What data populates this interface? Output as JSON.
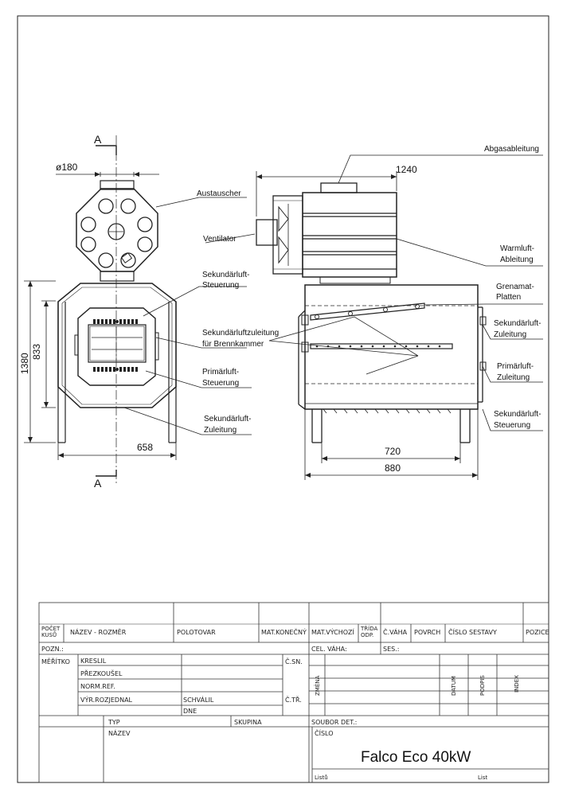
{
  "section_marks": {
    "top": "A",
    "bottom": "A"
  },
  "dimensions": {
    "d180": "ø180",
    "d1380": "1380",
    "d833": "833",
    "d658": "658",
    "d1240": "1240",
    "d720": "720",
    "d880": "880"
  },
  "labels": {
    "austauscher": "Austauscher",
    "sek_steuer_1": "Sekundärluft-",
    "sek_steuer_2": "Steuerung",
    "sek_zuleit_bk_1": "Sekundärluftzuleitung",
    "sek_zuleit_bk_2": "für Brennkammer",
    "prim_steuer_1": "Primärluft-",
    "prim_steuer_2": "Steuerung",
    "sek_zuleit_1": "Sekundärluft-",
    "sek_zuleit_2": "Zuleitung",
    "abgas": "Abgasableitung",
    "ventilator": "Ventilator",
    "warm_1": "Warmluft-",
    "warm_2": "Ableitung",
    "grenamat_1": "Grenamat-",
    "grenamat_2": "Platten",
    "r_sek_zuleit_1": "Sekundärluft-",
    "r_sek_zuleit_2": "Zuleitung",
    "r_prim_zuleit_1": "Primärluft-",
    "r_prim_zuleit_2": "Zuleitung",
    "r_sek_steuer_1": "Sekundärluft-",
    "r_sek_steuer_2": "Steuerung"
  },
  "title_block": {
    "pocet_kusu_1": "POČET",
    "pocet_kusu_2": "KUSŮ",
    "nazev_rozmer": "NÁZEV - ROZMĚR",
    "polotovar": "POLOTOVAR",
    "mat_konecny": "MAT.KONEČNÝ",
    "mat_vychozi": "MAT.VÝCHOZÍ",
    "trida_1": "TŘÍDA",
    "trida_2": "ODP.",
    "c_vaha": "Č.VÁHA",
    "povrch": "POVRCH",
    "cislo_sestavy": "ČÍSLO SESTAVY",
    "pozice": "POZICE",
    "pozn": "POZN.:",
    "cel_vaha": "CEL. VÁHA:",
    "ses": "SES.:",
    "meritko": "MĚŘÍTKO",
    "kreslil": "KRESLIL",
    "prezkousel": "PŘEZKOUŠEL",
    "norm_ref": "NORM.REF.",
    "vyr_rozjednal": "VÝR.ROZJEDNAL",
    "schvalil": "SCHVÁLIL",
    "dne": "DNE",
    "c_sn": "Č.SN.",
    "c_tr": "Č.TŘ.",
    "zmena": "ZMĚNA",
    "datum": "DATUM",
    "podpis": "PODPIS",
    "index": "INDEX",
    "typ": "TYP",
    "skupina": "SKUPINA",
    "soubor_det": "SOUBOR DET.:",
    "nazev": "NÁZEV",
    "cislo": "ČÍSLO",
    "title": "Falco Eco 40kW",
    "list_left": "Listů",
    "list_right": "List"
  }
}
